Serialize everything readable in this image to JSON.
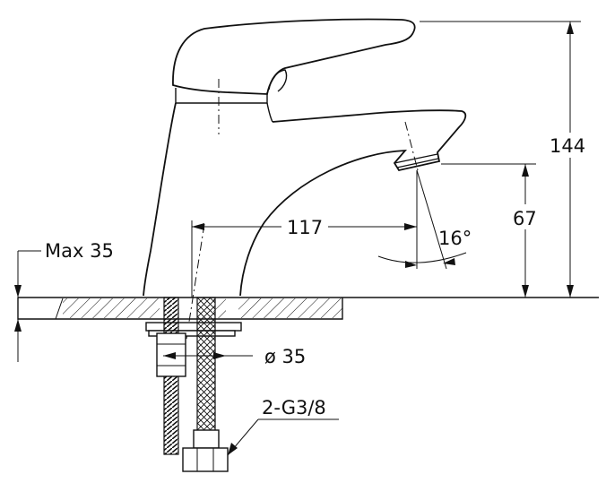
{
  "dimensions": {
    "total_height": "144",
    "spout_height": "67",
    "spout_reach": "117",
    "spout_angle": "16°",
    "max_deck_thickness": "Max 35",
    "hole_diameter": "ø 35",
    "connection_thread": "2-G3/8"
  }
}
